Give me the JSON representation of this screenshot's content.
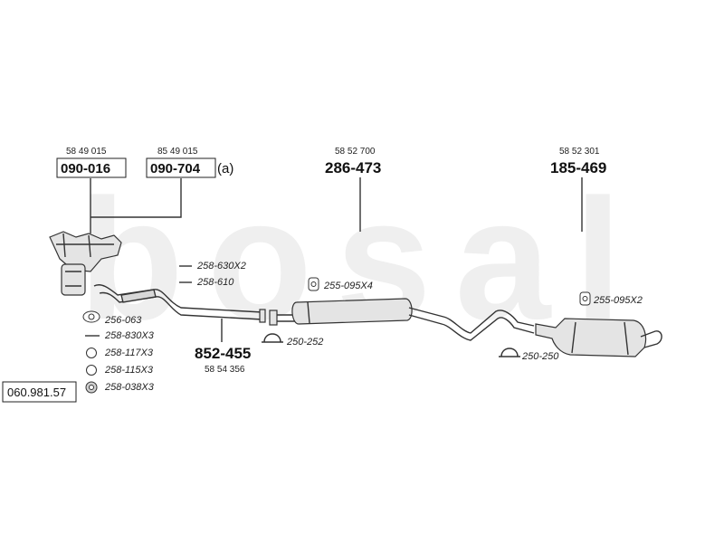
{
  "watermark": {
    "text": "bosal",
    "color": "#efefef"
  },
  "parts": {
    "manifold_a": {
      "oe": "58 49 015",
      "code": "090-016"
    },
    "manifold_b": {
      "oe": "85 49 015",
      "code": "090-704",
      "note": "(a)"
    },
    "front_pipe": {
      "code": "852-455",
      "oe": "58 54 356"
    },
    "middle_silencer": {
      "oe": "58 52 700",
      "code": "286-473"
    },
    "rear_silencer": {
      "oe": "58 52 301",
      "code": "185-469"
    }
  },
  "accessories": {
    "a1": "258-630X2",
    "a2": "258-610",
    "a3": "256-063",
    "a4": "258-830X3",
    "a5": "258-117X3",
    "a6": "258-115X3",
    "a7": "258-038X3",
    "a8": "250-252",
    "a9": "255-095X4",
    "a10": "255-095X2",
    "a11": "250-250"
  },
  "catalog_number": "060.981.57"
}
